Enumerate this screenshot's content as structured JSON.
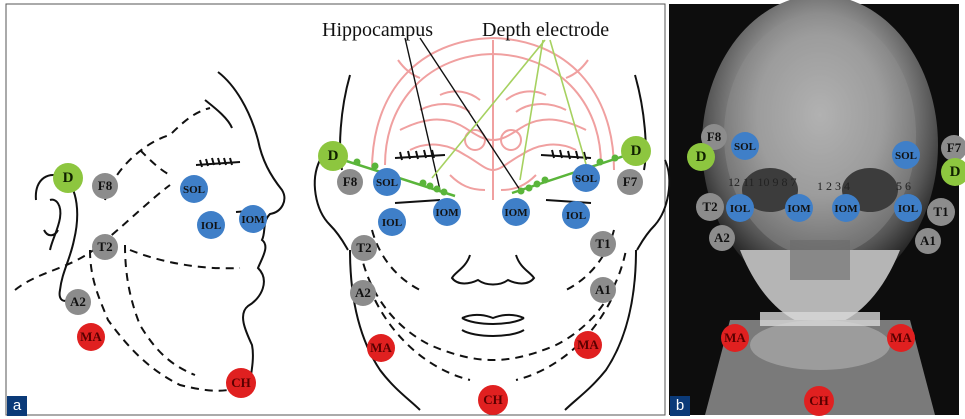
{
  "panel_a": {
    "tag": "a",
    "title_left": "Hippocampus",
    "title_right": "Depth electrode",
    "side_view": {
      "electrodes": [
        {
          "label": "D",
          "color": "green"
        },
        {
          "label": "F8",
          "color": "gray"
        },
        {
          "label": "SOL",
          "color": "blue"
        },
        {
          "label": "IOM",
          "color": "blue"
        },
        {
          "label": "IOL",
          "color": "blue"
        },
        {
          "label": "T2",
          "color": "gray"
        },
        {
          "label": "A2",
          "color": "gray"
        },
        {
          "label": "MA",
          "color": "red"
        },
        {
          "label": "CH",
          "color": "red"
        }
      ]
    },
    "front_view": {
      "electrodes": [
        {
          "label": "D",
          "color": "green"
        },
        {
          "label": "F8",
          "color": "gray"
        },
        {
          "label": "SOL",
          "color": "blue"
        },
        {
          "label": "IOL",
          "color": "blue"
        },
        {
          "label": "IOM",
          "color": "blue"
        },
        {
          "label": "T2",
          "color": "gray"
        },
        {
          "label": "A2",
          "color": "gray"
        },
        {
          "label": "MA",
          "color": "red"
        },
        {
          "label": "IOM",
          "color": "blue"
        },
        {
          "label": "SOL",
          "color": "blue"
        },
        {
          "label": "IOL",
          "color": "blue"
        },
        {
          "label": "D",
          "color": "green"
        },
        {
          "label": "F7",
          "color": "gray"
        },
        {
          "label": "T1",
          "color": "gray"
        },
        {
          "label": "A1",
          "color": "gray"
        },
        {
          "label": "MA",
          "color": "red"
        },
        {
          "label": "CH",
          "color": "red"
        }
      ]
    }
  },
  "panel_b": {
    "tag": "b",
    "contacts_right": "12 11 10 9 8 7",
    "contacts_left_a": "1 2 3 4",
    "contacts_left_b": "5  6",
    "electrodes": [
      {
        "label": "F8",
        "color": "gray"
      },
      {
        "label": "D",
        "color": "green"
      },
      {
        "label": "SOL",
        "color": "blue"
      },
      {
        "label": "T2",
        "color": "gray"
      },
      {
        "label": "IOL",
        "color": "blue"
      },
      {
        "label": "A2",
        "color": "gray"
      },
      {
        "label": "IOM",
        "color": "blue"
      },
      {
        "label": "IOM",
        "color": "blue"
      },
      {
        "label": "SOL",
        "color": "blue"
      },
      {
        "label": "F7",
        "color": "gray"
      },
      {
        "label": "D",
        "color": "green"
      },
      {
        "label": "IOL",
        "color": "blue"
      },
      {
        "label": "T1",
        "color": "gray"
      },
      {
        "label": "A1",
        "color": "gray"
      },
      {
        "label": "MA",
        "color": "red"
      },
      {
        "label": "MA",
        "color": "red"
      },
      {
        "label": "CH",
        "color": "red"
      }
    ]
  },
  "colors": {
    "green": "#8dc63f",
    "gray": "#8c8c8c",
    "blue": "#3f7fc8",
    "red": "#e02020",
    "tag": "#0b3a78",
    "brain": "#f0a0a0",
    "green_line": "#a6d160"
  }
}
